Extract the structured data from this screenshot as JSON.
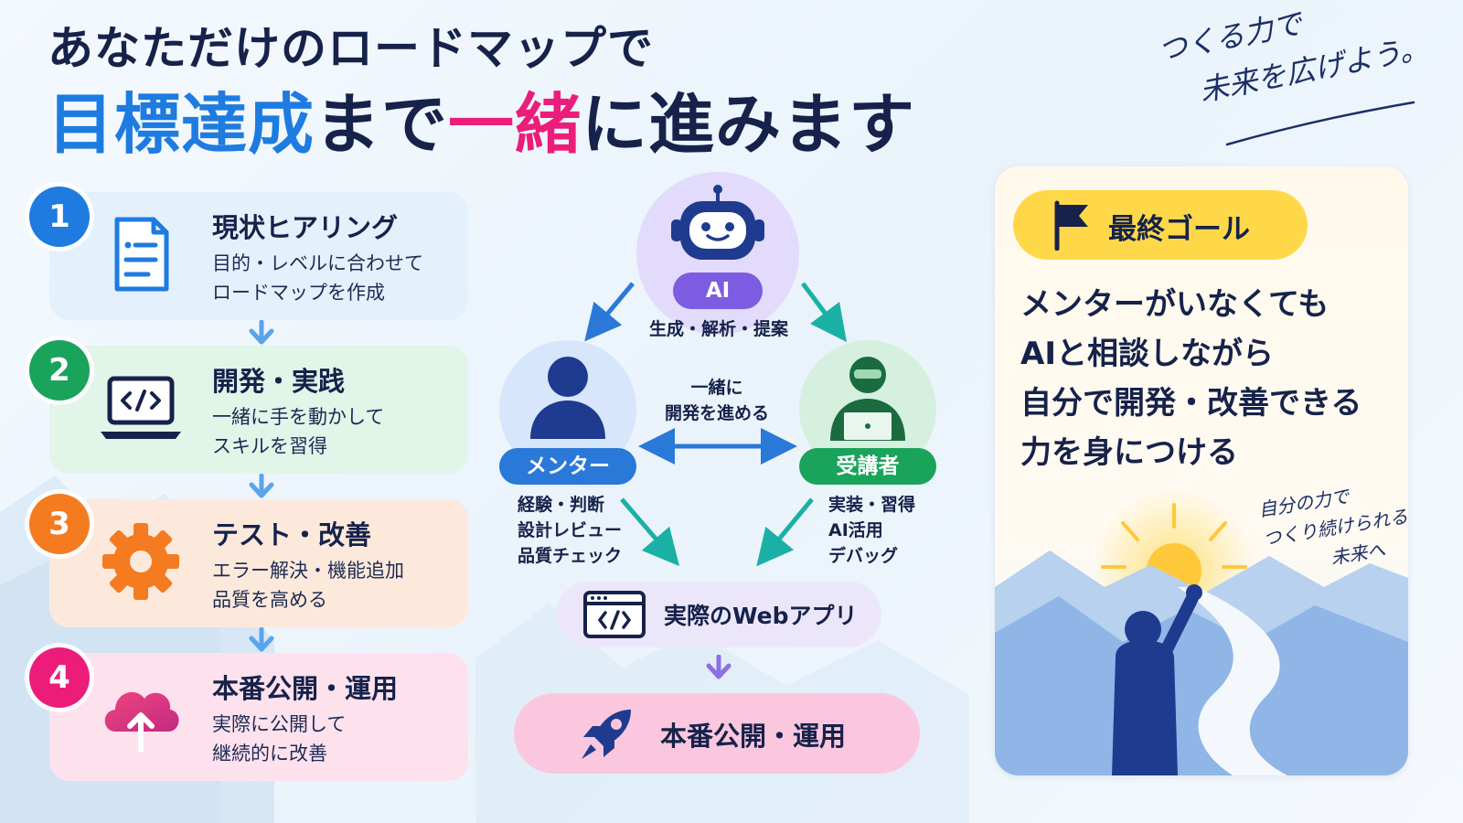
{
  "headline": {
    "line1": "あなただけのロードマップで",
    "line2_blue": "目標達成",
    "line2_mid": "まで",
    "line2_pink": "一緒",
    "line2_end": "に進みます"
  },
  "tagline": {
    "line1": "つくる力で",
    "line2": "未来を広げよう。"
  },
  "steps": [
    {
      "number": "1",
      "title": "現状ヒアリング",
      "desc1": "目的・レベルに合わせて",
      "desc2": "ロードマップを作成",
      "icon": "document-icon"
    },
    {
      "number": "2",
      "title": "開発・実践",
      "desc1": "一緒に手を動かして",
      "desc2": "スキルを習得",
      "icon": "laptop-code-icon"
    },
    {
      "number": "3",
      "title": "テスト・改善",
      "desc1": "エラー解決・機能追加",
      "desc2": "品質を高める",
      "icon": "gear-icon"
    },
    {
      "number": "4",
      "title": "本番公開・運用",
      "desc1": "実際に公開して",
      "desc2": "継続的に改善",
      "icon": "cloud-upload-icon"
    }
  ],
  "center": {
    "ai": {
      "label": "AI",
      "desc": "生成・解析・提案"
    },
    "mentor": {
      "label": "メンター",
      "desc": [
        "経験・判断",
        "設計レビュー",
        "品質チェック"
      ]
    },
    "student": {
      "label": "受講者",
      "desc": [
        "実装・習得",
        "AI活用",
        "デバッグ"
      ]
    },
    "collab": {
      "line1": "一緒に",
      "line2": "開発を進める"
    },
    "webapp": "実際のWebアプリ",
    "deploy": "本番公開・運用"
  },
  "goal": {
    "badge": "最終ゴール",
    "lines": [
      "メンターがいなくても",
      "AIと相談しながら",
      "自分で開発・改善できる",
      "力を身につける"
    ],
    "note": [
      "自分の力で",
      "つくり続けられる",
      "未来へ"
    ]
  },
  "colors": {
    "navy": "#16224a",
    "blue": "#1e7be0",
    "pink": "#ec1d7a",
    "green": "#1aa35b",
    "orange": "#f47b20",
    "yellow": "#ffd84a",
    "purple": "#7c5ce0"
  }
}
